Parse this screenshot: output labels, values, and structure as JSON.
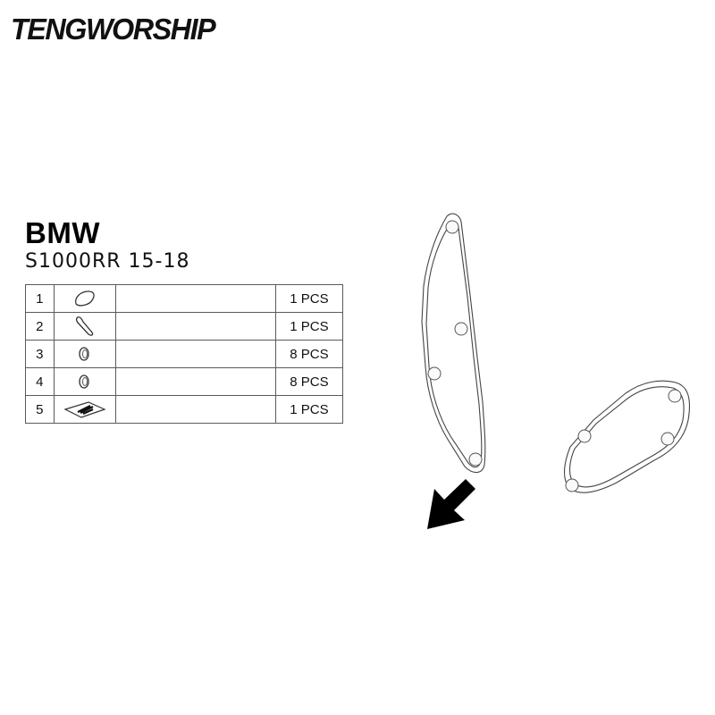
{
  "logo": {
    "text": "TENGWORSHIP"
  },
  "brand": "BMW",
  "model": "S1000RR 15-18",
  "parts": [
    {
      "no": "1",
      "icon": "gasket-outline-icon",
      "qty": "1 PCS"
    },
    {
      "no": "2",
      "icon": "long-gasket-icon",
      "qty": "1 PCS"
    },
    {
      "no": "3",
      "icon": "rubber-grommet-icon",
      "qty": "8 PCS"
    },
    {
      "no": "4",
      "icon": "rubber-grommet-icon",
      "qty": "8 PCS"
    },
    {
      "no": "5",
      "icon": "hardware-pack-icon",
      "qty": "1 PCS"
    }
  ]
}
